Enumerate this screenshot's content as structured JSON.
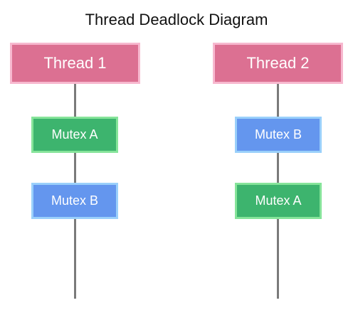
{
  "diagram": {
    "title": "Thread Deadlock Diagram",
    "threads": [
      {
        "label": "Thread 1",
        "locks": [
          {
            "label": "Mutex A",
            "color": "#3db46e"
          },
          {
            "label": "Mutex B",
            "color": "#6496ee"
          }
        ]
      },
      {
        "label": "Thread 2",
        "locks": [
          {
            "label": "Mutex B",
            "color": "#6496ee"
          },
          {
            "label": "Mutex A",
            "color": "#3db46e"
          }
        ]
      }
    ],
    "colors": {
      "thread_fill": "#dc7092",
      "thread_border": "#f7b8cf",
      "mutex_a_fill": "#3db46e",
      "mutex_a_border": "#86e49a",
      "mutex_b_fill": "#6496ee",
      "mutex_b_border": "#9ad0fb",
      "lifeline": "#7a7a7a"
    }
  }
}
